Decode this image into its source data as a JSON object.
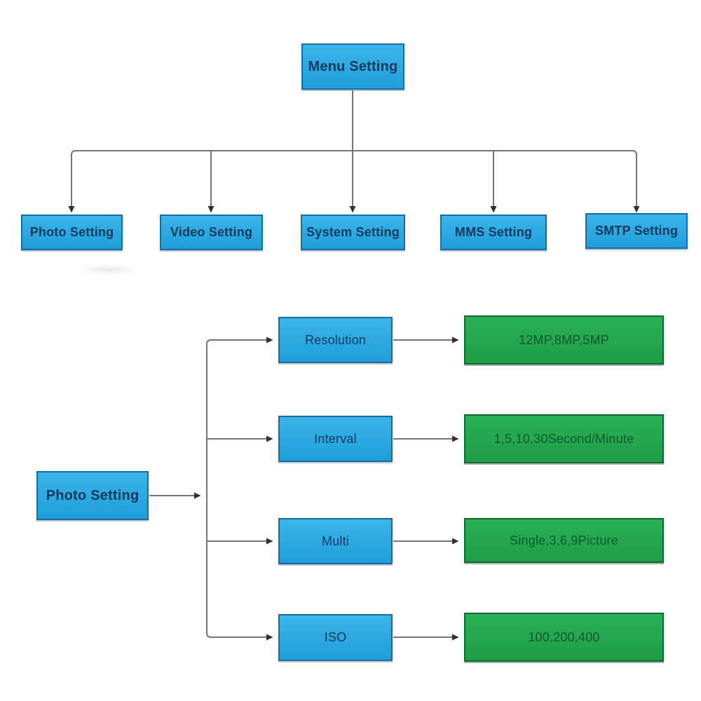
{
  "colors": {
    "blue_fill": "#1f9ed9",
    "blue_fill_light": "#3cb5e9",
    "blue_border": "#1a6aa5",
    "blue_text": "#14395f",
    "blue_option_text": "#16559c",
    "green_fill": "#1f9c46",
    "green_fill_light": "#2bb058",
    "green_border": "#0e6830",
    "green_text": "#0c5b2a",
    "line": "#757575",
    "arrowhead": "#303030"
  },
  "menu_tree": {
    "root": {
      "label": "Menu Setting"
    },
    "children": [
      {
        "label": "Photo Setting"
      },
      {
        "label": "Video Setting"
      },
      {
        "label": "System Setting"
      },
      {
        "label": "MMS Setting"
      },
      {
        "label": "SMTP Setting"
      }
    ]
  },
  "photo_tree": {
    "root": {
      "label": "Photo Setting"
    },
    "rows": [
      {
        "option": "Resolution",
        "values": "12MP,8MP,5MP"
      },
      {
        "option": "Interval",
        "values": "1,5,10,30Second/Minute"
      },
      {
        "option": "Multi",
        "values": "Single,3,6,9Picture"
      },
      {
        "option": "ISO",
        "values": "100,200,400"
      }
    ]
  }
}
